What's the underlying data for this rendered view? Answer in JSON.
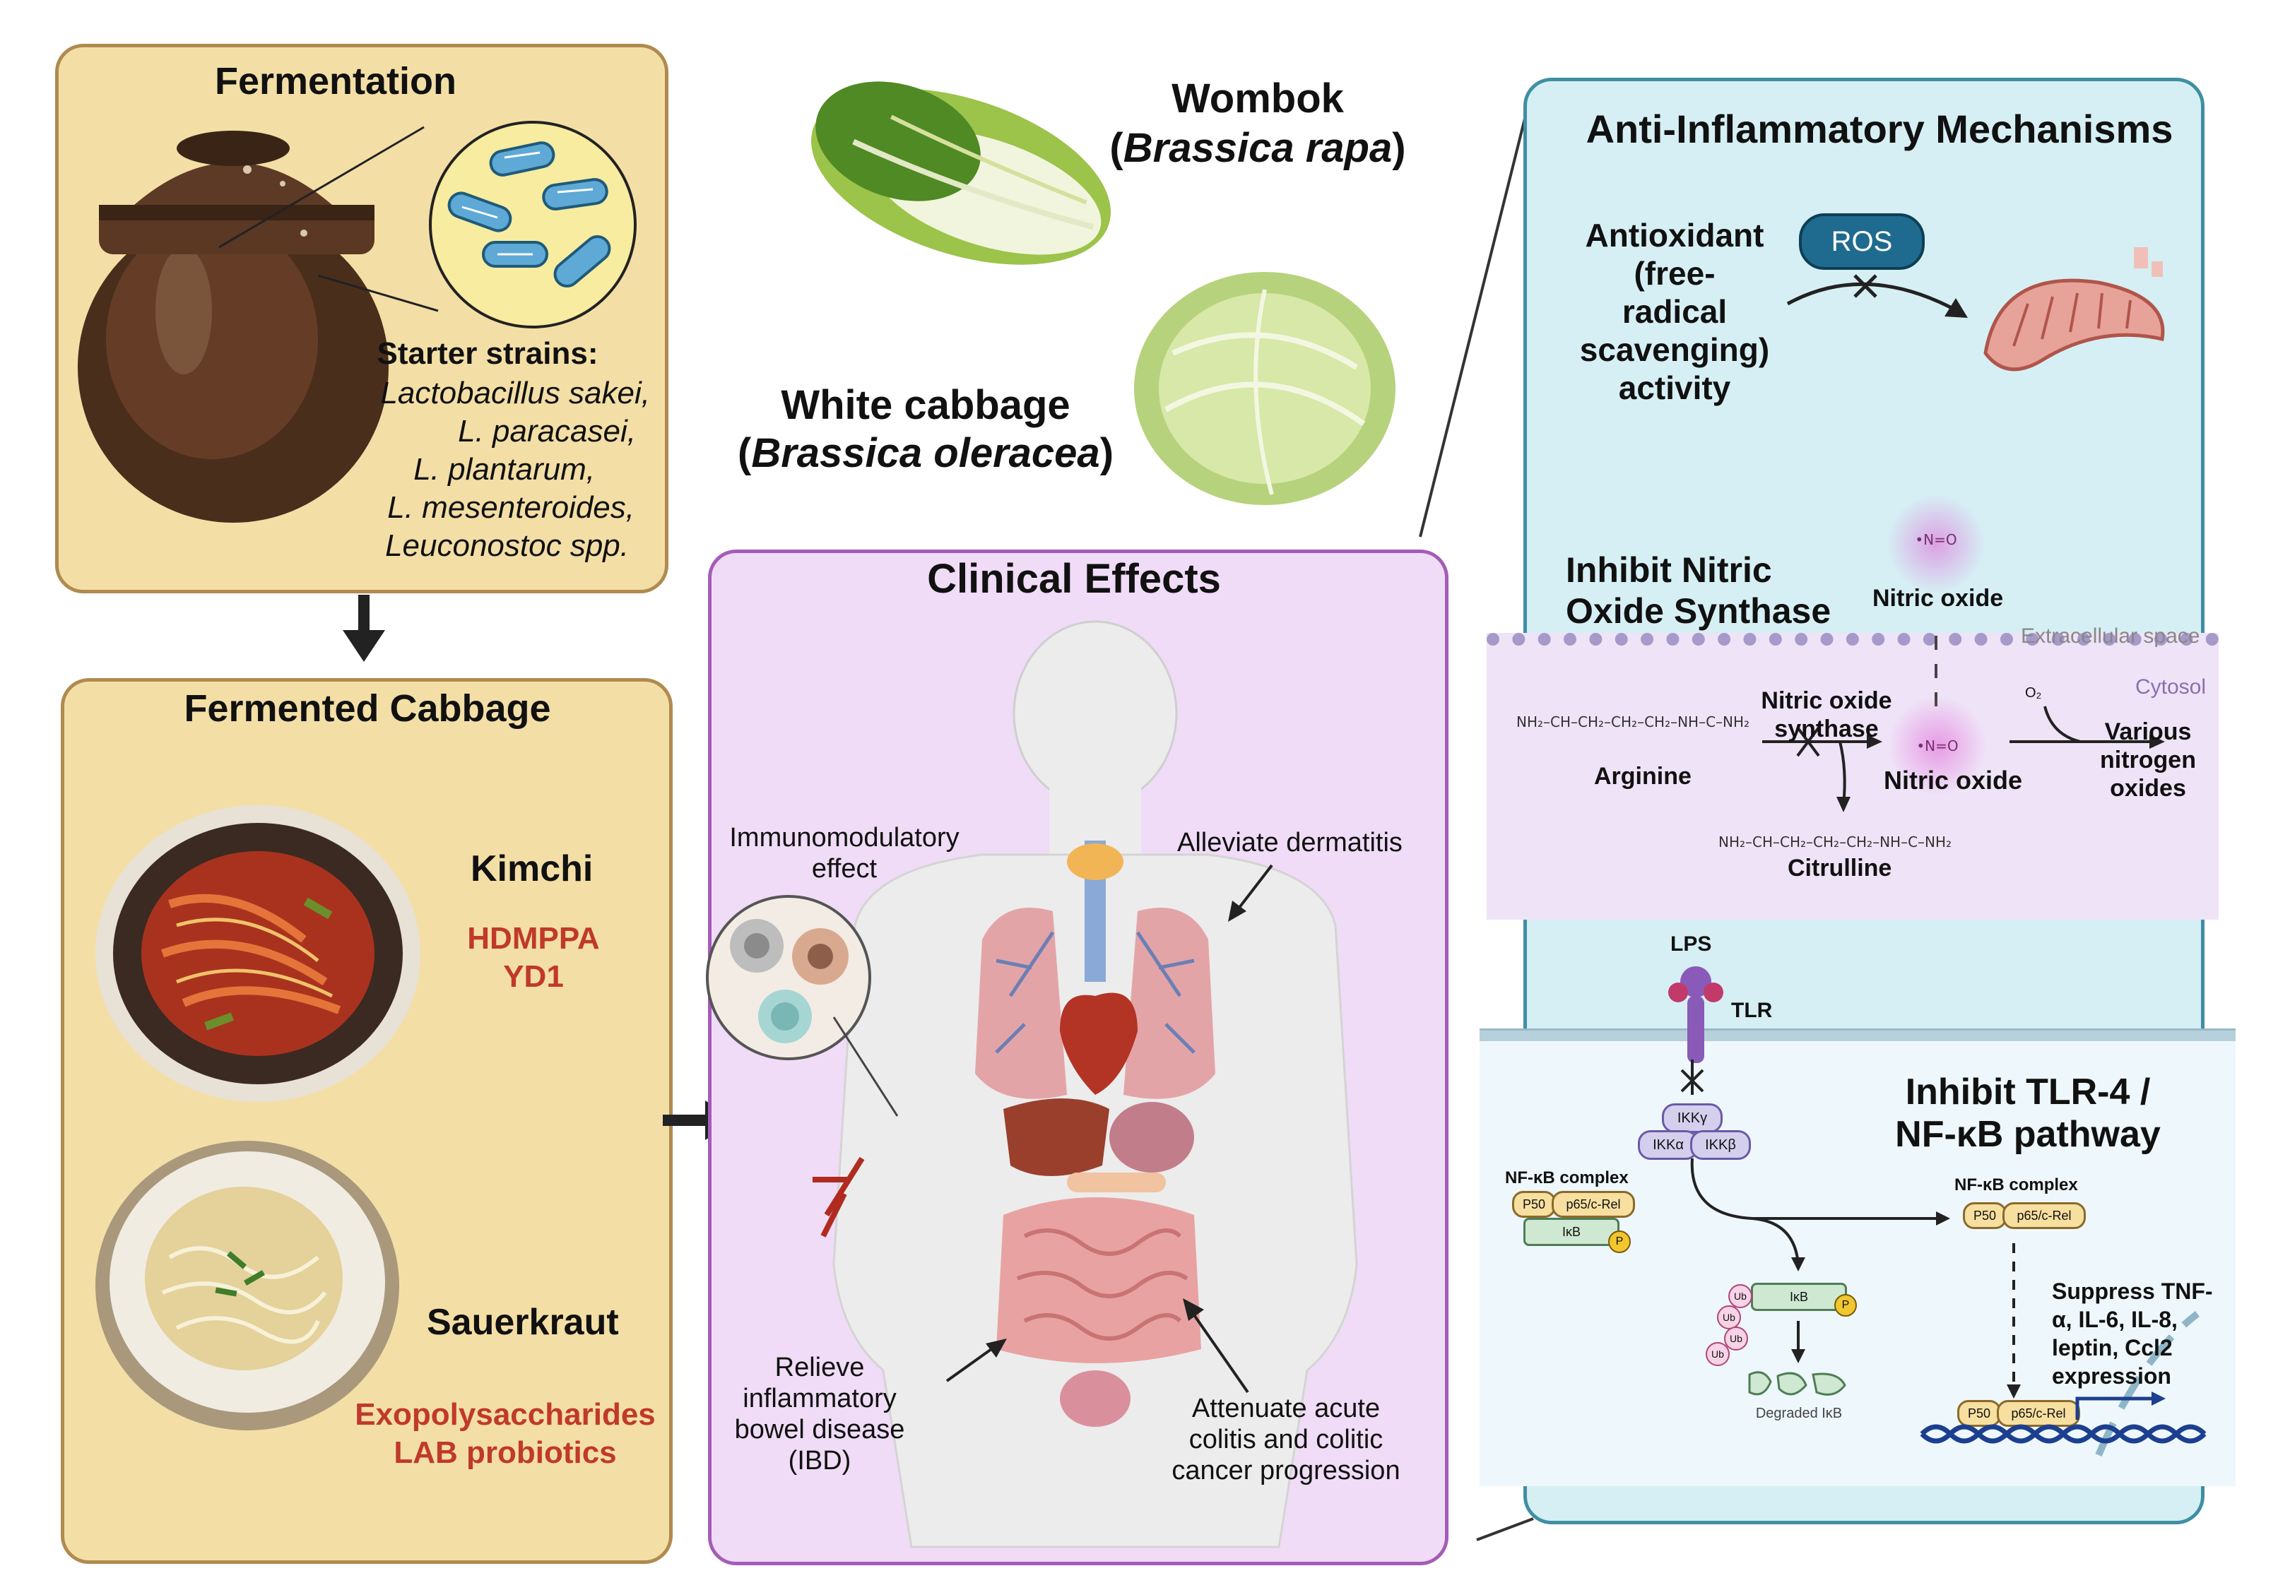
{
  "fermentation": {
    "title": "Fermentation",
    "starter_title": "Starter strains:",
    "strains": [
      "Lactobacillus sakei,",
      "L. paracasei,",
      "L. plantarum,",
      "L. mesenteroides,",
      "Leuconostoc spp."
    ]
  },
  "cabbages": {
    "wombok_name": "Wombok",
    "wombok_latin": "Brassica rapa",
    "white_name": "White cabbage",
    "white_latin": "Brassica oleracea"
  },
  "fermented_cabbage": {
    "title": "Fermented Cabbage",
    "kimchi": {
      "name": "Kimchi",
      "compounds": [
        "HDMPPA",
        "YD1"
      ]
    },
    "sauerkraut": {
      "name": "Sauerkraut",
      "compounds": [
        "Exopolysaccharides",
        "LAB probiotics"
      ]
    }
  },
  "clinical": {
    "title": "Clinical Effects",
    "immuno": [
      "Immunomodulatory",
      "effect"
    ],
    "dermatitis": "Alleviate dermatitis",
    "ibd": [
      "Relieve",
      "inflammatory",
      "bowel disease",
      "(IBD)"
    ],
    "colitis": [
      "Attenuate acute",
      "colitis and colitic",
      "cancer progression"
    ]
  },
  "mechanisms": {
    "title": "Anti-Inflammatory Mechanisms",
    "antioxidant": [
      "Antioxidant",
      "(free-",
      "radical",
      "scavenging)",
      "activity"
    ],
    "ros": "ROS",
    "nos_title": [
      "Inhibit Nitric",
      "Oxide Synthase"
    ],
    "nitric_oxide_top": "Nitric oxide",
    "no_symbol": "•N=O",
    "extracellular": "Extracellular space",
    "cytosol": "Cytosol",
    "nos_enzyme": [
      "Nitric oxide",
      "synthase"
    ],
    "arginine": "Arginine",
    "nitric_oxide_mid": "Nitric oxide",
    "citrulline": "Citrulline",
    "o2": "O₂",
    "various": [
      "Various",
      "nitrogen",
      "oxides"
    ],
    "lps": "LPS",
    "tlr": "TLR",
    "tlr_title": [
      "Inhibit TLR-4 /",
      "NF-κB pathway"
    ],
    "ikkg": "IKKγ",
    "ikka": "IKKα",
    "ikkb": "IKKβ",
    "nfkb_complex_left": "NF-κB complex",
    "nfkb_complex_right": "NF-κB complex",
    "p50": "P50",
    "p65": "p65/c-Rel",
    "ikb": "IκB",
    "p": "P",
    "ub": "Ub",
    "degraded": "Degraded IκB",
    "suppress": [
      "Suppress TNF-",
      "α, IL-6, IL-8,",
      "leptin,  Ccl2",
      "expression"
    ]
  },
  "colors": {
    "tan_panel": "#f3dfa6",
    "tan_border": "#b08a4e",
    "purple_panel": "#f0dcf6",
    "purple_border": "#a55cb8",
    "blue_panel": "#d6eff4",
    "blue_border": "#3f8fa3",
    "highlight_red": "#c0392b"
  }
}
